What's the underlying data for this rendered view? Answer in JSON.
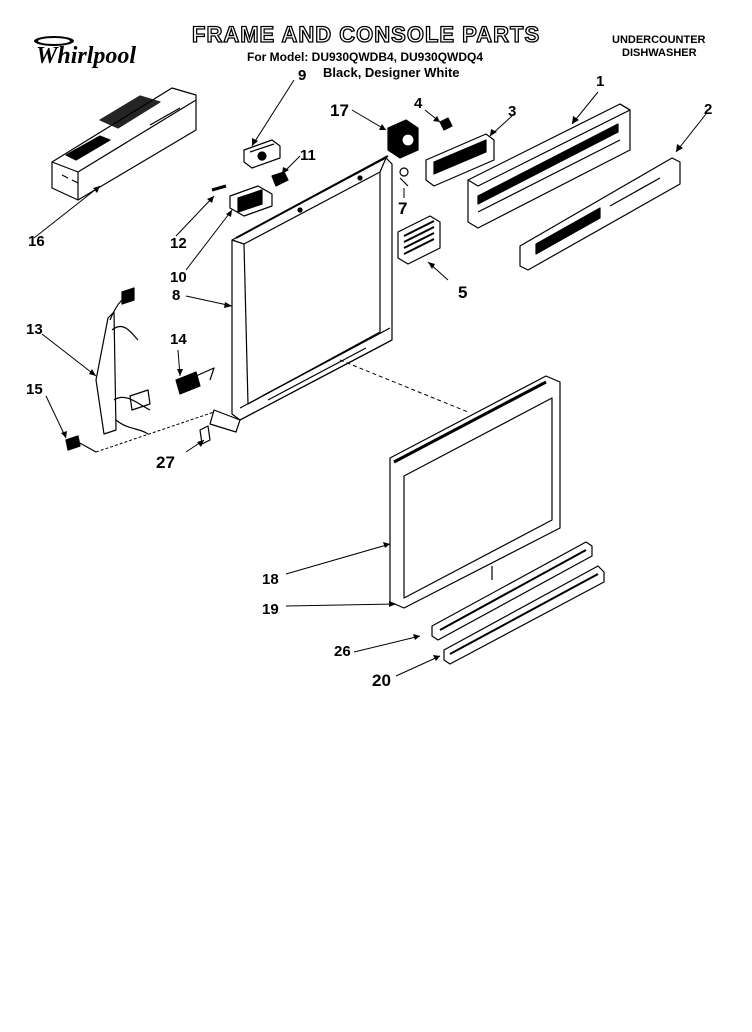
{
  "header": {
    "brand": "Whirlpool",
    "title": "FRAME AND CONSOLE PARTS",
    "model_line": "For Model: DU930QWDB4, DU930QWDQ4",
    "color_line": "Black, Designer White",
    "appliance_line1": "UNDERCOUNTER",
    "appliance_line2": "DISHWASHER"
  },
  "callouts": {
    "c1": "1",
    "c2": "2",
    "c3": "3",
    "c4": "4",
    "c5": "5",
    "c7": "7",
    "c8": "8",
    "c9": "9",
    "c10": "10",
    "c11": "11",
    "c12": "12",
    "c13": "13",
    "c14": "14",
    "c15": "15",
    "c16": "16",
    "c17": "17",
    "c18": "18",
    "c19": "19",
    "c20": "20",
    "c26": "26",
    "c27": "27"
  }
}
